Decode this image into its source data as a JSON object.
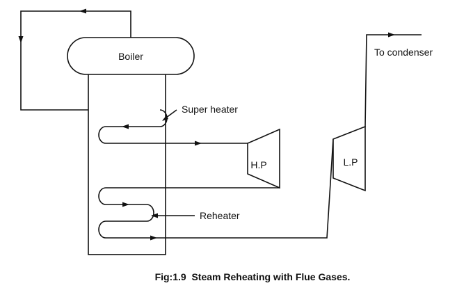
{
  "labels": {
    "boiler": "Boiler",
    "super_heater": "Super heater",
    "hp_turbine": "H.P",
    "lp_turbine": "L.P",
    "reheater": "Reheater",
    "to_condenser": "To condenser"
  },
  "caption": "Fig:1.9  Steam Reheating with Flue Gases."
}
